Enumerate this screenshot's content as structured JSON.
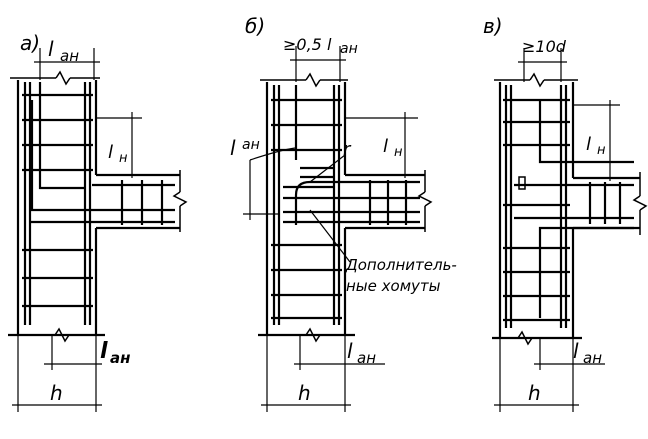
{
  "panels": [
    {
      "label": "а)",
      "top_dim": "l",
      "top_dim_sub": "ан",
      "side_dim": "l",
      "side_dim_sub": "н",
      "bottom_dim": "l",
      "bottom_dim_sub": "ан",
      "width_dim": "h"
    },
    {
      "label": "б)",
      "top_dim": "≥0,5 l",
      "top_dim_sub": "ан",
      "side_dim": "l",
      "side_dim_sub": "н",
      "left_dim": "l",
      "left_dim_sub": "ан",
      "radius_label": "r",
      "callout_line1": "Дополнитель-",
      "callout_line2": "ные хомуты",
      "bottom_dim": "l",
      "bottom_dim_sub": "ан",
      "width_dim": "h"
    },
    {
      "label": "в)",
      "top_dim": "≥10d",
      "side_dim": "l",
      "side_dim_sub": "н",
      "bottom_dim": "l",
      "bottom_dim_sub": "ан",
      "width_dim": "h"
    }
  ]
}
